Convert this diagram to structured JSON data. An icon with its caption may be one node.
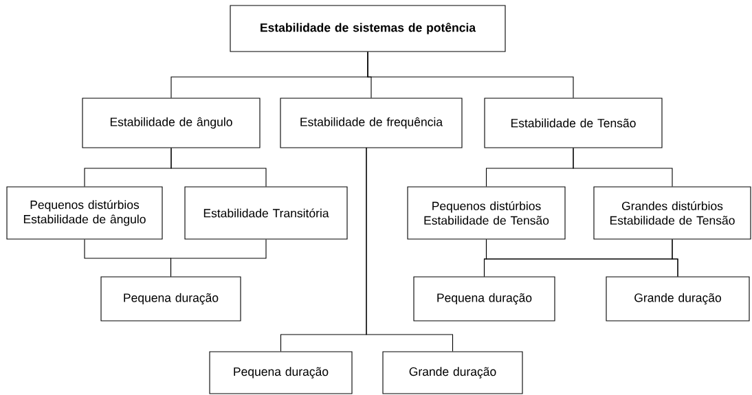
{
  "diagram": {
    "nodes": [
      {
        "text": [
          "Estabilidade de sistemas de potência"
        ]
      },
      {
        "text": [
          "Estabilidade de ângulo"
        ]
      },
      {
        "text": [
          "Estabilidade de frequência"
        ]
      },
      {
        "text": [
          "Estabilidade de Tensão"
        ]
      },
      {
        "text": [
          "Pequenos distúrbios Estabilidade de ângulo"
        ]
      },
      {
        "text": [
          "Estabilidade Transitória"
        ]
      },
      {
        "text": [
          "Pequena duração"
        ]
      },
      {
        "text": [
          "Pequenos distúrbios Estabilidade de Tensão"
        ]
      },
      {
        "text": [
          "Grandes distúrbios Estabilidade de Tensão"
        ]
      },
      {
        "text": [
          "Pequena duração"
        ]
      },
      {
        "text": [
          "Grande duração"
        ]
      },
      {
        "text": [
          "Pequena duração"
        ]
      },
      {
        "text": [
          "Grande duração"
        ]
      }
    ],
    "edges": [
      {
        "from": 0,
        "to": 1,
        "arrow": "none"
      },
      {
        "from": 0,
        "to": 2,
        "arrow": "none"
      },
      {
        "from": 0,
        "to": 3,
        "arrow": "none"
      },
      {
        "from": 1,
        "to": 4,
        "arrow": "none"
      },
      {
        "from": 1,
        "to": 5,
        "arrow": "none"
      },
      {
        "from": 4,
        "to": 6,
        "arrow": "none"
      },
      {
        "from": 5,
        "to": 6,
        "arrow": "none"
      },
      {
        "from": 3,
        "to": 7,
        "arrow": "none"
      },
      {
        "from": 3,
        "to": 8,
        "arrow": "none"
      },
      {
        "from": 7,
        "to": 9,
        "arrow": "none"
      },
      {
        "from": 7,
        "to": 10,
        "arrow": "none"
      },
      {
        "from": 8,
        "to": 9,
        "arrow": "none"
      },
      {
        "from": 8,
        "to": 10,
        "arrow": "none"
      },
      {
        "from": 2,
        "to": 11,
        "arrow": "none"
      },
      {
        "from": 2,
        "to": 12,
        "arrow": "none"
      }
    ]
  }
}
